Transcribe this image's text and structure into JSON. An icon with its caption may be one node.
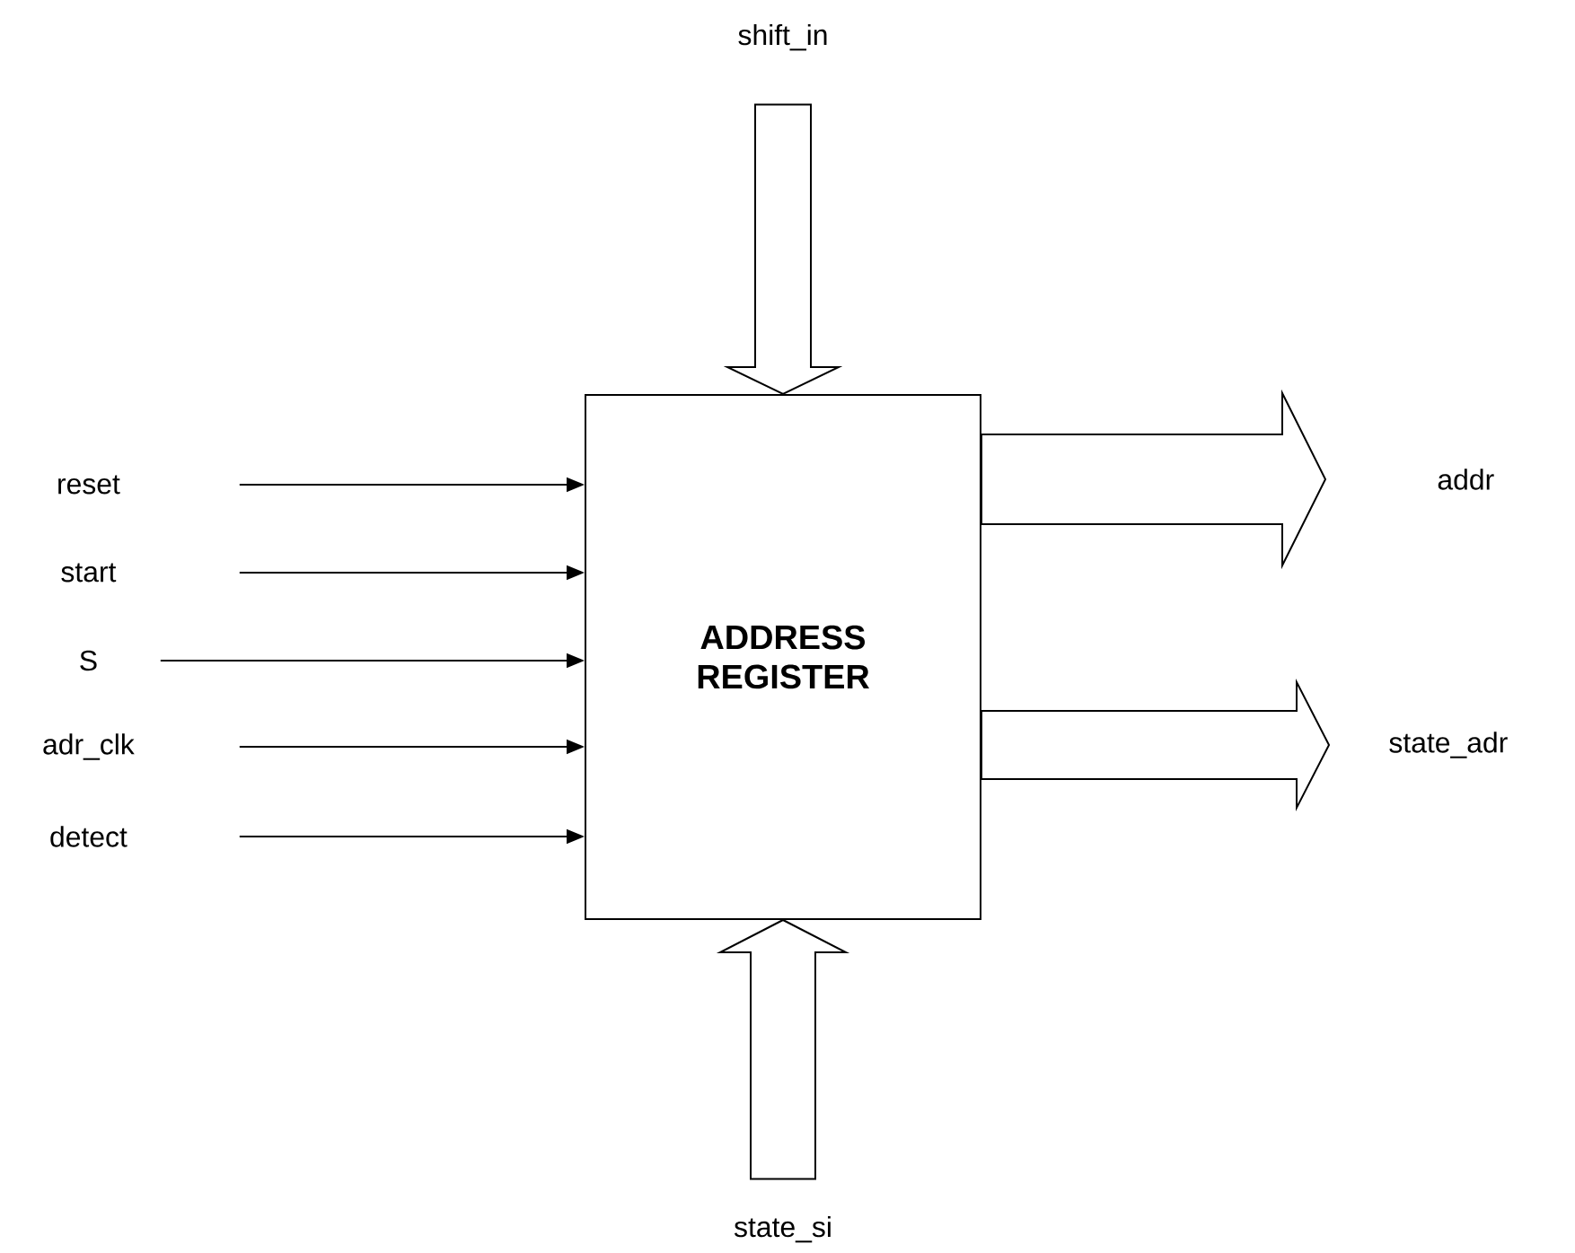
{
  "diagram": {
    "nodes": [
      {
        "text": [
          "ADDRESS REGISTER"
        ]
      },
      {
        "text": [
          "shift_in"
        ]
      },
      {
        "text": [
          "reset"
        ]
      },
      {
        "text": [
          "start"
        ]
      },
      {
        "text": [
          "S"
        ]
      },
      {
        "text": [
          "adr_clk"
        ]
      },
      {
        "text": [
          "detect"
        ]
      },
      {
        "text": [
          "addr"
        ]
      },
      {
        "text": [
          "state_adr"
        ]
      },
      {
        "text": [
          "state_si"
        ]
      }
    ],
    "edges": [
      {
        "from": 2,
        "to": 0,
        "arrow": "to"
      },
      {
        "from": 3,
        "to": 0,
        "arrow": "to"
      },
      {
        "from": 4,
        "to": 0,
        "arrow": "to"
      },
      {
        "from": 5,
        "to": 0,
        "arrow": "to"
      },
      {
        "from": 6,
        "to": 0,
        "arrow": "to"
      },
      {
        "from": 1,
        "to": 0,
        "arrow": "to",
        "style": "thick"
      },
      {
        "from": 0,
        "to": 7,
        "arrow": "to",
        "style": "thick"
      },
      {
        "from": 0,
        "to": 8,
        "arrow": "to",
        "style": "thick"
      },
      {
        "from": 9,
        "to": 0,
        "arrow": "to",
        "style": "thick"
      }
    ]
  }
}
